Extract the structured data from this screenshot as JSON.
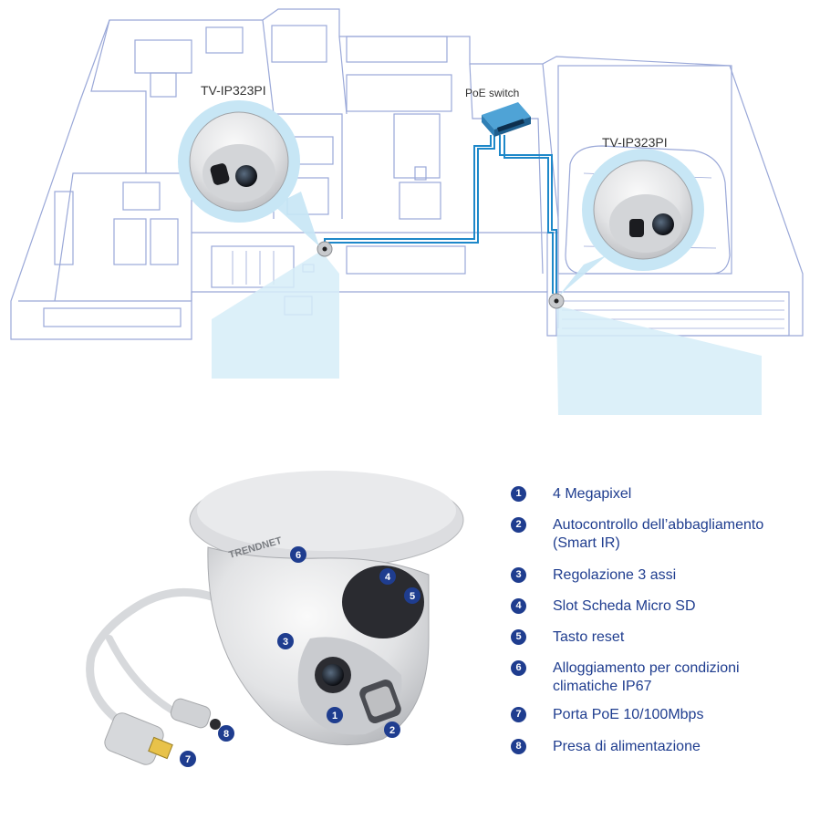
{
  "colors": {
    "accent": "#1f3d8f",
    "cable": "#1e88c9",
    "floor_lines": "#9aa8d8",
    "coverage": "#d6edf8"
  },
  "floorplan": {
    "camera_label_left": "TV-IP323PI",
    "camera_label_right": "TV-IP323PI",
    "switch_label": "PoE switch"
  },
  "product": {
    "brand": "TRENDNET",
    "callouts": [
      "6",
      "4",
      "5",
      "3",
      "1",
      "2",
      "8",
      "7"
    ]
  },
  "legend": [
    {
      "num": "1",
      "text": "4 Megapixel"
    },
    {
      "num": "2",
      "text": "Autocontrollo dell’abbagliamento (Smart IR)"
    },
    {
      "num": "3",
      "text": "Regolazione 3 assi"
    },
    {
      "num": "4",
      "text": "Slot Scheda Micro SD"
    },
    {
      "num": "5",
      "text": "Tasto reset"
    },
    {
      "num": "6",
      "text": "Alloggiamento per condizioni climatiche IP67"
    },
    {
      "num": "7",
      "text": "Porta PoE 10/100Mbps"
    },
    {
      "num": "8",
      "text": "Presa di alimentazione"
    }
  ]
}
